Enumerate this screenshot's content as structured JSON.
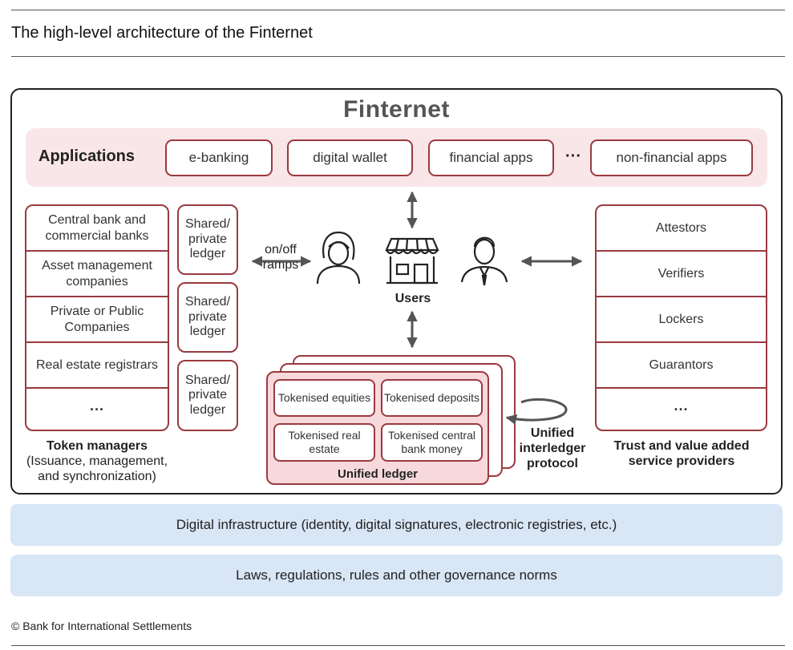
{
  "header": {
    "title": "The high-level architecture of the Finternet"
  },
  "finternet": {
    "title": "Finternet"
  },
  "applications": {
    "label": "Applications",
    "items": [
      "e-banking",
      "digital wallet",
      "financial apps",
      "non-financial apps"
    ],
    "ellipsis": "···"
  },
  "token_managers": {
    "items": [
      "Central bank and commercial banks",
      "Asset management companies",
      "Private or Public Companies",
      "Real estate registrars",
      "···"
    ],
    "caption_title": "Token managers",
    "caption_sub": "(Issuance, management, and synchronization)"
  },
  "shared_ledgers": [
    "Shared/ private ledger",
    "Shared/ private ledger",
    "Shared/ private ledger"
  ],
  "ramps_label": "on/off ramps",
  "users_label": "Users",
  "unified_ledger": {
    "tokens": [
      "Tokenised equities",
      "Tokenised deposits",
      "Tokenised real estate",
      "Tokenised central bank money"
    ],
    "label": "Unified ledger"
  },
  "protocol_label": "Unified interledger protocol",
  "providers": {
    "items": [
      "Attestors",
      "Verifiers",
      "Lockers",
      "Guarantors",
      "···"
    ],
    "caption": "Trust and value added service providers"
  },
  "infrastructure": "Digital infrastructure  (identity, digital signatures, electronic registries, etc.)",
  "governance": "Laws, regulations, rules and other governance norms",
  "footer": {
    "copyright": "© Bank for International Settlements"
  },
  "colors": {
    "accent": "#9a3a3f",
    "app_band": "#f9e6e8",
    "blue_band": "#d8e6f6",
    "ledger_fill": "#f7d9dc"
  }
}
